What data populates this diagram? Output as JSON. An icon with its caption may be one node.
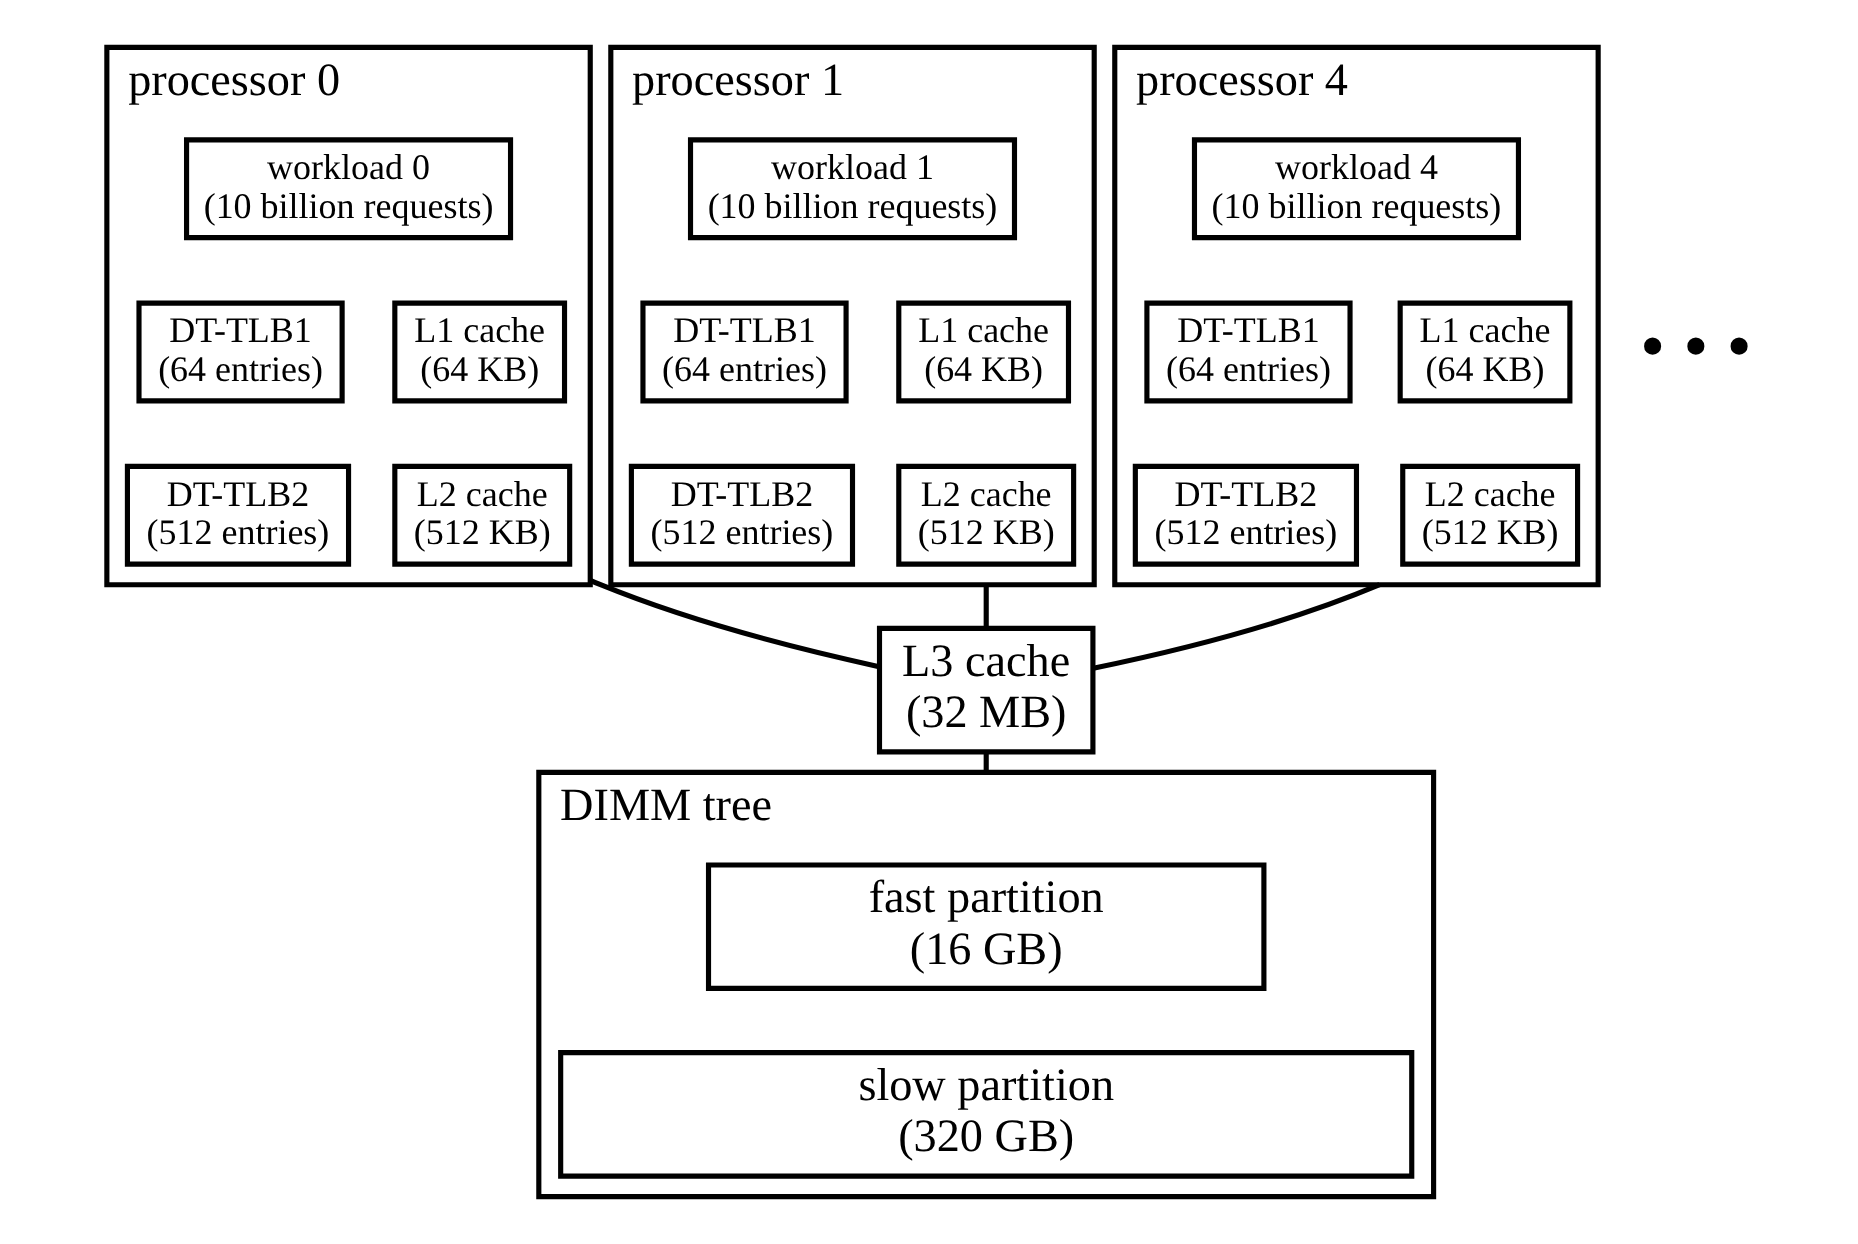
{
  "diagram": {
    "nodes": [
      {
        "text": [
          "processor 0"
        ]
      },
      {
        "text": [
          "workload 0",
          "(10 billion requests)"
        ],
        "in": 0
      },
      {
        "text": [
          "DT-TLB1",
          "(64 entries)"
        ],
        "in": 0
      },
      {
        "text": [
          "L1 cache",
          "(64 KB)"
        ],
        "in": 0
      },
      {
        "text": [
          "DT-TLB2",
          "(512 entries)"
        ],
        "in": 0
      },
      {
        "text": [
          "L2 cache",
          "(512 KB)"
        ],
        "in": 0
      },
      {
        "text": [
          "processor 1"
        ]
      },
      {
        "text": [
          "workload 1",
          "(10 billion requests)"
        ],
        "in": 6
      },
      {
        "text": [
          "DT-TLB1",
          "(64 entries)"
        ],
        "in": 6
      },
      {
        "text": [
          "L1 cache",
          "(64 KB)"
        ],
        "in": 6
      },
      {
        "text": [
          "DT-TLB2",
          "(512 entries)"
        ],
        "in": 6
      },
      {
        "text": [
          "L2 cache",
          "(512 KB)"
        ],
        "in": 6
      },
      {
        "text": [
          "processor 4"
        ]
      },
      {
        "text": [
          "workload 4",
          "(10 billion requests)"
        ],
        "in": 12
      },
      {
        "text": [
          "DT-TLB1",
          "(64 entries)"
        ],
        "in": 12
      },
      {
        "text": [
          "L1 cache",
          "(64 KB)"
        ],
        "in": 12
      },
      {
        "text": [
          "DT-TLB2",
          "(512 entries)"
        ],
        "in": 12
      },
      {
        "text": [
          "L2 cache",
          "(512 KB)"
        ],
        "in": 12
      },
      {
        "text": [
          "L3 cache",
          "(32 MB)"
        ]
      },
      {
        "text": [
          "DIMM tree"
        ]
      },
      {
        "text": [
          "fast partition",
          "(16 GB)"
        ],
        "in": 19
      },
      {
        "text": [
          "slow partition",
          "(320 GB)"
        ],
        "in": 19
      }
    ],
    "edges": [
      {
        "from": 0,
        "to": 18,
        "arrow": "none"
      },
      {
        "from": 6,
        "to": 18,
        "arrow": "none"
      },
      {
        "from": 12,
        "to": 18,
        "arrow": "none"
      },
      {
        "from": 18,
        "to": 19,
        "arrow": "none"
      }
    ],
    "labels": [
      "• • •"
    ]
  }
}
